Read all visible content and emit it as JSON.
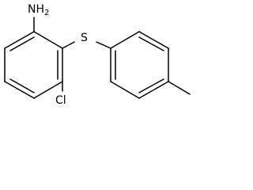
{
  "molecule": {
    "atoms": {
      "amine": "NH2",
      "sulfur": "S",
      "chlorine": "Cl"
    }
  }
}
